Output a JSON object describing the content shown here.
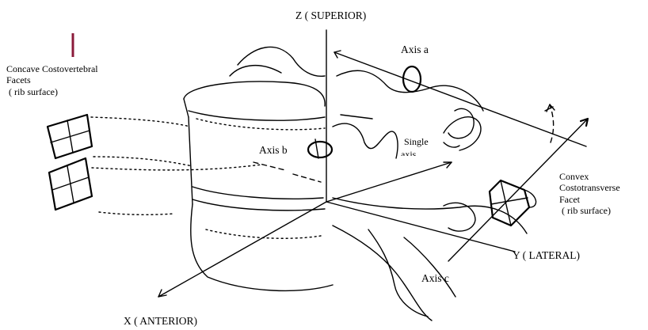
{
  "labels": {
    "z_axis": "Z ( SUPERIOR)",
    "x_axis": "X ( ANTERIOR)",
    "y_axis": "Y ( LATERAL)",
    "axis_a": "Axis a",
    "axis_b": "Axis b",
    "axis_c": "Axis c",
    "single_axis_line1": "Single",
    "single_axis_line2": "axis",
    "concave": [
      "Concave Costovertebral",
      "Facets",
      " ( rib surface)"
    ],
    "convex": [
      "Convex",
      "Costotransverse",
      "Facet",
      " ( rib surface)"
    ]
  },
  "colors": {
    "ink": "#000000",
    "accent_mark": "#8b1a3a"
  }
}
